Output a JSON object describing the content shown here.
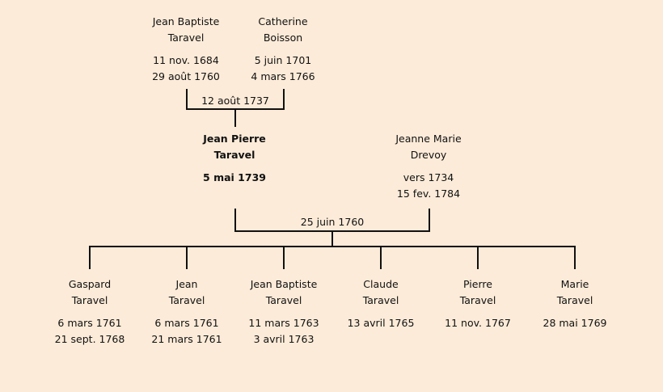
{
  "people": {
    "father_father": {
      "first": "Jean Baptiste",
      "last": "Taravel",
      "birth": "11 nov. 1684",
      "death": "29 août 1760"
    },
    "father_mother": {
      "first": "Catherine",
      "last": "Boisson",
      "birth": "5 juin 1701",
      "death": "4 mars 1766"
    },
    "subject": {
      "first": "Jean Pierre",
      "last": "Taravel",
      "birth": "5 mai 1739",
      "death": ""
    },
    "spouse": {
      "first": "Jeanne Marie",
      "last": "Drevoy",
      "birth": "vers 1734",
      "death": "15 fev. 1784"
    }
  },
  "marriages": {
    "parents": "12 août 1737",
    "subject": "25 juin 1760"
  },
  "children": [
    {
      "first": "Gaspard",
      "last": "Taravel",
      "birth": "6 mars 1761",
      "death": "21 sept. 1768"
    },
    {
      "first": "Jean",
      "last": "Taravel",
      "birth": "6 mars 1761",
      "death": "21 mars 1761"
    },
    {
      "first": "Jean Baptiste",
      "last": "Taravel",
      "birth": "11 mars 1763",
      "death": "3 avril 1763"
    },
    {
      "first": "Claude",
      "last": "Taravel",
      "birth": "13 avril 1765",
      "death": ""
    },
    {
      "first": "Pierre",
      "last": "Taravel",
      "birth": "11 nov. 1767",
      "death": ""
    },
    {
      "first": "Marie",
      "last": "Taravel",
      "birth": "28 mai 1769",
      "death": ""
    }
  ]
}
